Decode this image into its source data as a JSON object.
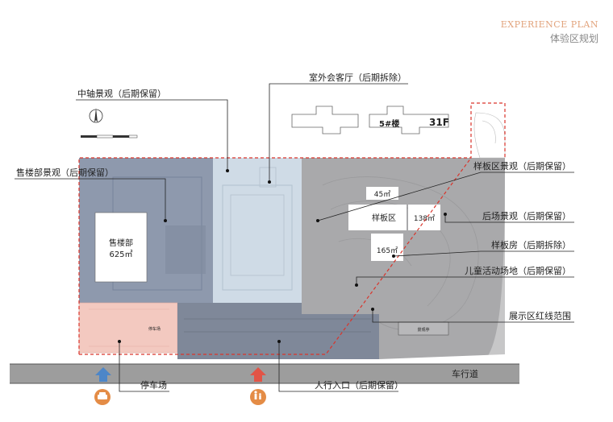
{
  "header": {
    "title_en": "EXPERIENCE PLAN",
    "title_cn": "体验区规划"
  },
  "labels": {
    "central_axis": "中轴景观（后期保留）",
    "outdoor_lounge": "室外会客厅（后期拆除）",
    "sales_landscape": "售楼部景观（后期保留）",
    "show_area_landscape": "样板区景观（后期保留）",
    "rear_landscape": "后场景观（后期保留）",
    "show_house": "样板房（后期拆除）",
    "children_area": "儿童活动场地（后期保留）",
    "redline": "展示区红线范围",
    "parking": "停车场",
    "pedestrian_entrance": "人行入口（后期保留）",
    "road": "车行道"
  },
  "buildings": {
    "sales_office_name": "售楼部",
    "sales_office_area": "625㎡",
    "showroom_name": "样板区",
    "unit_45": "45㎡",
    "unit_138": "138㎡",
    "unit_165": "165㎡",
    "tower_name": "5#楼",
    "tower_floors": "31F",
    "parking_small": "停车场",
    "pavilion": "景观亭"
  },
  "icons": {
    "car": "car-icon",
    "pedestrian": "pedestrian-icon",
    "north_arrow": "north-arrow-icon",
    "arrow_up": "arrow-up-icon"
  },
  "colors": {
    "redline": "#d9342b",
    "sales_block": "#8e99ad",
    "axis_block": "#cfdbe6",
    "show_block": "#a9a9ab",
    "parking_block": "#f3c9c0",
    "entrance_block": "#7f8899",
    "road": "#9d9d9d",
    "arrow_blue": "#4d86c8",
    "arrow_red": "#e25446",
    "icon_orange": "#e48c46"
  }
}
